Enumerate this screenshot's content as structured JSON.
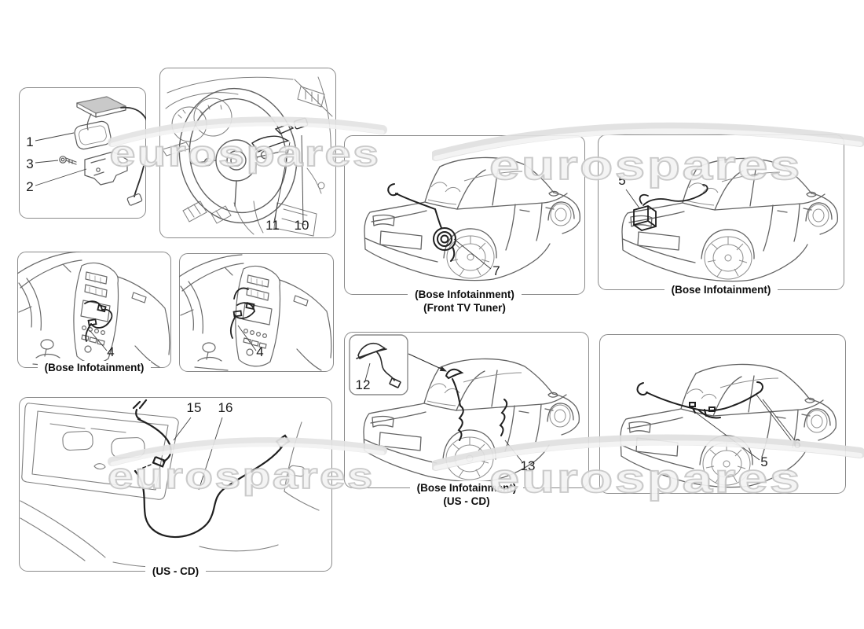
{
  "watermark": {
    "text": "eurospares"
  },
  "colors": {
    "panel_border": "#8a8a8a",
    "line_art": "#636363",
    "line_art_light": "#8d8d8d",
    "cable": "#222222",
    "label_text": "#1b1b1b",
    "caption_text": "#0d0d0d",
    "watermark_outline": "#c6c6c6"
  },
  "panels": [
    {
      "name": "antenna-module",
      "labels": [
        {
          "text": "1"
        },
        {
          "text": "3"
        },
        {
          "text": "2"
        }
      ],
      "captions": []
    },
    {
      "name": "steering-wheel-controls",
      "labels": [
        {
          "text": "11"
        },
        {
          "text": "10"
        }
      ],
      "captions": []
    },
    {
      "name": "car-front-tv-tuner",
      "labels": [
        {
          "text": "7"
        }
      ],
      "captions": [
        {
          "text": "(Bose Infotainment)"
        },
        {
          "text": "(Front TV Tuner)"
        }
      ]
    },
    {
      "name": "car-bose-amplifier",
      "labels": [
        {
          "text": "5"
        }
      ],
      "captions": [
        {
          "text": "(Bose Infotainment)"
        }
      ]
    },
    {
      "name": "dashboard-bose",
      "labels": [
        {
          "text": "4"
        }
      ],
      "captions": [
        {
          "text": "(Bose Infotainment)"
        }
      ]
    },
    {
      "name": "dashboard-alt",
      "labels": [
        {
          "text": "4"
        }
      ],
      "captions": []
    },
    {
      "name": "cabin-antenna-us-cd",
      "labels": [
        {
          "text": "15"
        },
        {
          "text": "16"
        }
      ],
      "captions": [
        {
          "text": "(US - CD)"
        }
      ]
    },
    {
      "name": "car-bose-us-cd",
      "labels": [
        {
          "text": "12"
        },
        {
          "text": "13"
        }
      ],
      "captions": [
        {
          "text": "(Bose Infotainment)"
        },
        {
          "text": "(US - CD)"
        }
      ]
    },
    {
      "name": "car-rear-harness",
      "labels": [
        {
          "text": "5"
        },
        {
          "text": "6"
        }
      ],
      "captions": []
    }
  ]
}
